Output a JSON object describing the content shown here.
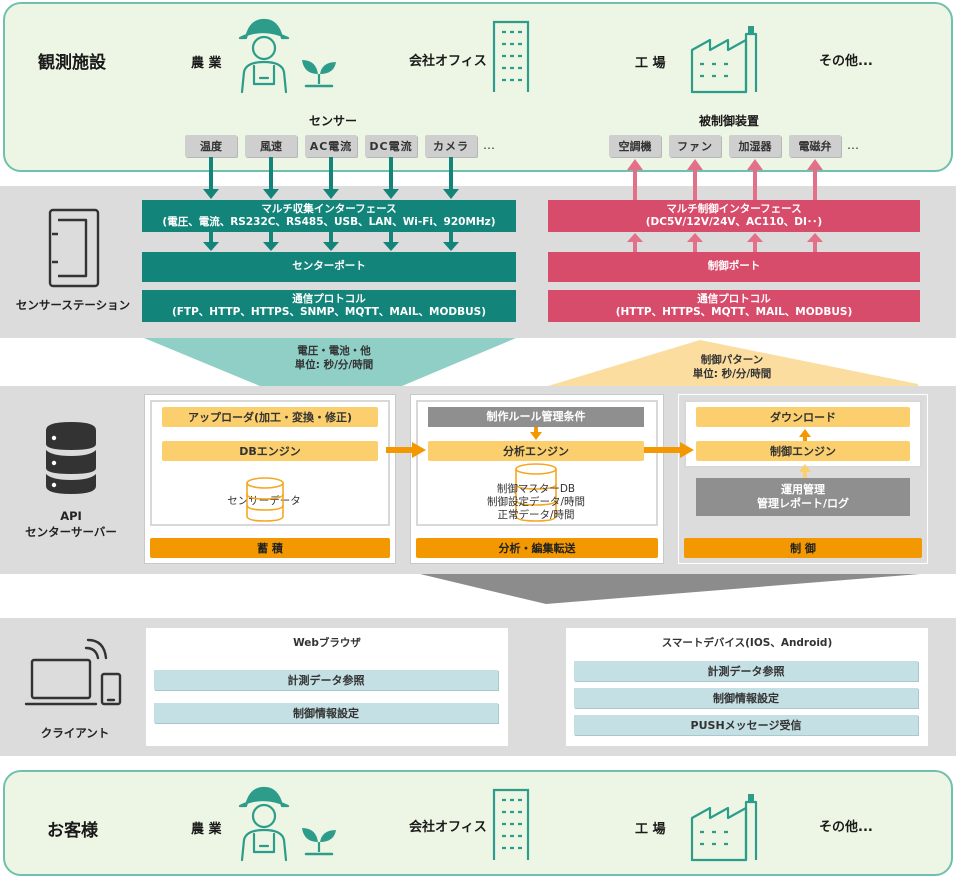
{
  "top": {
    "title": "観測施設",
    "categories": [
      "農 業",
      "会社オフィス",
      "工 場",
      "その他..."
    ],
    "sensor_heading": "センサー",
    "sensors": [
      "温度",
      "風速",
      "AC電流",
      "DC電流",
      "カメラ"
    ],
    "device_heading": "被制御装置",
    "devices": [
      "空調機",
      "ファン",
      "加湿器",
      "電磁弁"
    ],
    "ellipsis": "…"
  },
  "station": {
    "label": "センサーステーション",
    "collect_title": "マルチ収集インターフェース",
    "collect_detail": "(電圧、電流、RS232C、RS485、USB、LAN、Wi-Fi、920MHz)",
    "center_port": "センターポート",
    "protocol_title": "通信プロトコル",
    "protocol_left": "(FTP、HTTP、HTTPS、SNMP、MQTT、MAIL、MODBUS)",
    "control_if_title": "マルチ制御インターフェース",
    "control_if_detail": "(DC5V/12V/24V、AC110、DI･･)",
    "control_port": "制御ポート",
    "protocol_right": "(HTTP、HTTPS、MQTT、MAIL、MODBUS)"
  },
  "flow_up": {
    "line1": "電圧・電池・他",
    "line2": "単位: 秒/分/時間"
  },
  "flow_down": {
    "line1": "制御パターン",
    "line2": "単位: 秒/分/時間"
  },
  "server": {
    "label_line1": "API",
    "label_line2": "センターサーバー",
    "storage": {
      "uploader": "アップローダ(加工・変換・修正)",
      "db_engine": "DBエンジン",
      "sensor_data": "センサーデータ",
      "footer": "蓄 積"
    },
    "analysis": {
      "rules": "制作ルール管理条件",
      "engine": "分析エンジン",
      "master1": "制御マスターDB",
      "master2": "制御設定データ/時間",
      "master3": "正常データ/時間",
      "footer": "分析・編集転送"
    },
    "control": {
      "download": "ダウンロード",
      "engine": "制御エンジン",
      "ops1": "運用管理",
      "ops2": "管理レポート/ログ",
      "footer": "制 御"
    }
  },
  "client": {
    "label": "クライアント",
    "web_title": "Webブラウザ",
    "web_items": [
      "計測データ参照",
      "制御情報設定"
    ],
    "smart_title": "スマートデバイス(IOS、Android)",
    "smart_items": [
      "計測データ参照",
      "制御情報設定",
      "PUSHメッセージ受信"
    ]
  },
  "bottom": {
    "title": "お客様",
    "categories": [
      "農 業",
      "会社オフィス",
      "工 場",
      "その他..."
    ]
  },
  "colors": {
    "teal": "#13847a",
    "pink": "#d84c6b",
    "orange": "#f39800",
    "yellow": "#fbcf6d",
    "mint": "#6fc0ad"
  }
}
